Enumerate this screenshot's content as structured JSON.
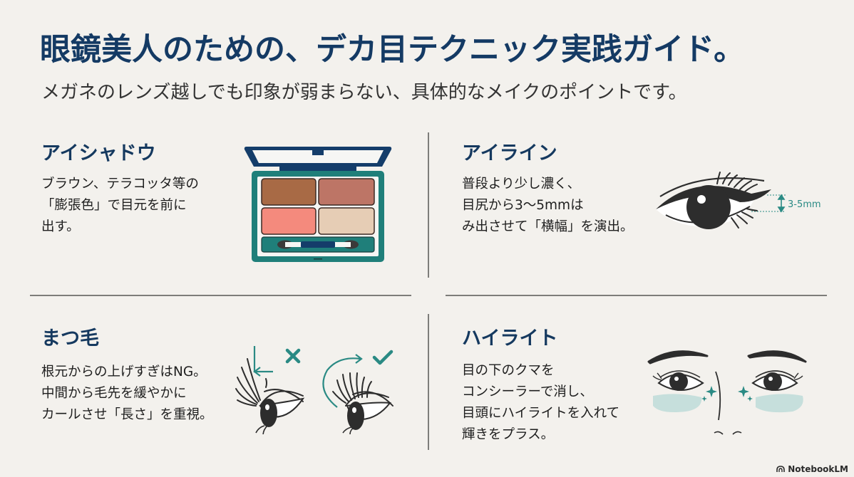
{
  "header": {
    "title": "眼鏡美人のための、デカ目テクニック実践ガイド。",
    "subtitle": "メガネのレンズ越しでも印象が弱まらない、具体的なメイクのポイントです。"
  },
  "colors": {
    "background": "#f3f1ed",
    "title_navy": "#143a64",
    "teal_accent": "#2a8a84",
    "palette_case_teal": "#1f7f7a",
    "palette_lid_navy": "#143d6a",
    "shadow_brown": "#a86a45",
    "shadow_rose": "#bd7566",
    "shadow_coral": "#f48a7d",
    "shadow_beige": "#e6cdb5",
    "concealer_mint": "#c6dfdc"
  },
  "sections": [
    {
      "id": "eyeshadow",
      "title": "アイシャドウ",
      "lines": [
        "ブラウン、テラコッタ等の",
        "「膨張色」で目元を前に",
        "出す。"
      ],
      "illustration": "eyeshadow-palette-icon"
    },
    {
      "id": "eyeliner",
      "title": "アイライン",
      "lines": [
        "普段より少し濃く、",
        "目尻から3〜5mmは",
        "み出させて「横幅」を演出。"
      ],
      "illustration": "winged-eyeliner-eye-icon",
      "measure_label": "3-5mm"
    },
    {
      "id": "eyelashes",
      "title": "まつ毛",
      "lines": [
        "根元からの上げすぎはNG。",
        "中間から毛先を緩やかに",
        "カールさせ「長さ」を重視。"
      ],
      "illustration": "lash-curl-comparison-icon",
      "bad_mark": "✕",
      "good_mark": "✓"
    },
    {
      "id": "highlight",
      "title": "ハイライト",
      "lines": [
        "目の下のクマを",
        "コンシーラーで消し、",
        "目頭にハイライトを入れて",
        "輝きをプラス。"
      ],
      "illustration": "face-highlight-icon"
    }
  ],
  "footer": {
    "brand": "NotebookLM"
  }
}
